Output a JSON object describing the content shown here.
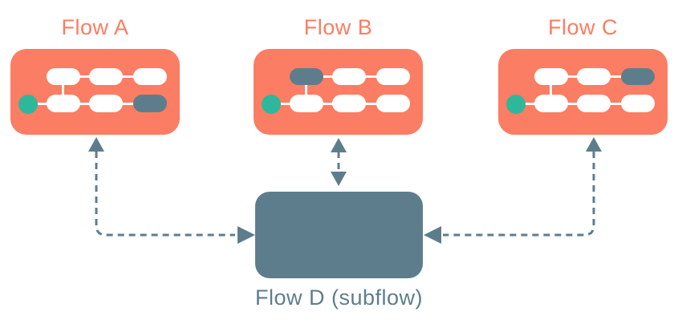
{
  "colors": {
    "coral": "#FB7D63",
    "slate": "#5E7D8C",
    "teal": "#2FB79B",
    "node_white": "#FFFFFF",
    "page_bg": "#FFFFFF"
  },
  "flows": [
    {
      "id": "flow-a",
      "label": "Flow A",
      "start_node": "teal",
      "top_row": [
        "white",
        "white",
        "white"
      ],
      "bottom_row": [
        "white",
        "white",
        "gray"
      ]
    },
    {
      "id": "flow-b",
      "label": "Flow B",
      "start_node": "teal",
      "top_row": [
        "gray",
        "white",
        "white"
      ],
      "bottom_row": [
        "white",
        "white",
        "white"
      ]
    },
    {
      "id": "flow-c",
      "label": "Flow C",
      "start_node": "teal",
      "top_row": [
        "white",
        "white",
        "gray"
      ],
      "bottom_row": [
        "white",
        "white",
        "white"
      ]
    }
  ],
  "subflow": {
    "id": "flow-d",
    "label": "Flow D (subflow)"
  },
  "connectors": [
    {
      "between": [
        "flow-a",
        "flow-d"
      ],
      "style": "dashed",
      "direction": "bidirectional-elbow",
      "arrow_into_flow": "up",
      "arrow_into_subflow": "right"
    },
    {
      "between": [
        "flow-b",
        "flow-d"
      ],
      "style": "dashed",
      "direction": "bidirectional-straight",
      "arrow_into_flow": "up",
      "arrow_into_subflow": "down"
    },
    {
      "between": [
        "flow-c",
        "flow-d"
      ],
      "style": "dashed",
      "direction": "bidirectional-elbow",
      "arrow_into_flow": "up",
      "arrow_into_subflow": "left"
    }
  ]
}
